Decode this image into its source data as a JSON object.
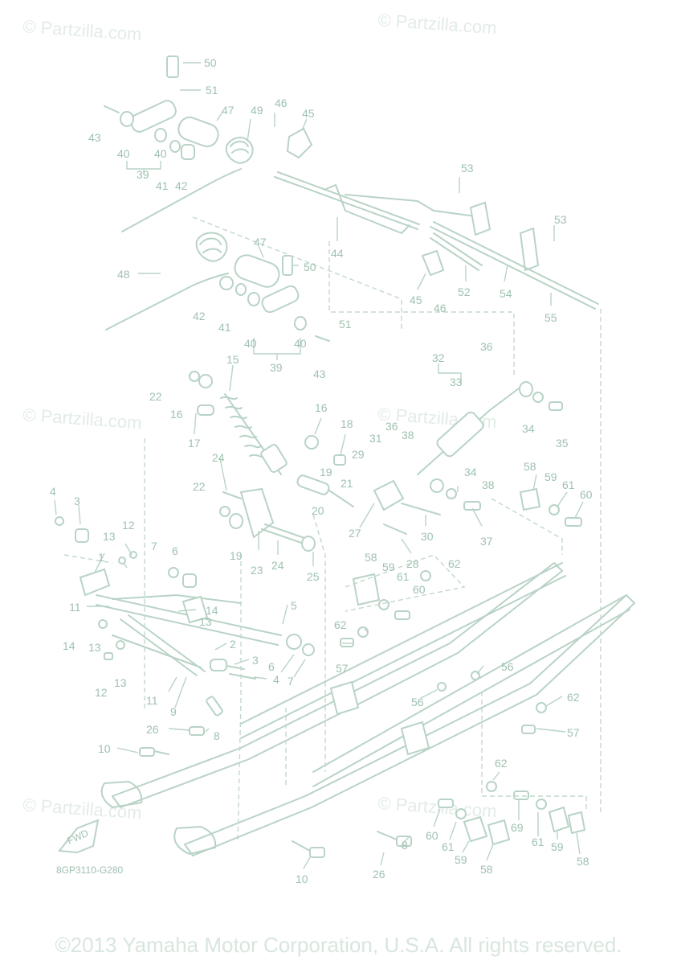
{
  "watermarks": [
    "© Partzilla.com",
    "© Partzilla.com",
    "© Partzilla.com",
    "© Partzilla.com",
    "© Partzilla.com",
    "© Partzilla.com"
  ],
  "drawing_code": "8GP3110-G280",
  "fwd_label": "FWD",
  "copyright": "©2013 Yamaha Motor Corporation, U.S.A. All rights reserved.",
  "callouts": [
    "50",
    "51",
    "47",
    "49",
    "46",
    "45",
    "43",
    "40",
    "40",
    "39",
    "41",
    "42",
    "53",
    "53",
    "48",
    "47",
    "50",
    "44",
    "45",
    "52",
    "54",
    "55",
    "46",
    "42",
    "41",
    "40",
    "40",
    "39",
    "51",
    "43",
    "32",
    "36",
    "33",
    "15",
    "22",
    "16",
    "17",
    "16",
    "18",
    "36",
    "38",
    "31",
    "34",
    "35",
    "29",
    "24",
    "19",
    "21",
    "22",
    "20",
    "34",
    "38",
    "58",
    "59",
    "61",
    "60",
    "27",
    "30",
    "37",
    "19",
    "23",
    "24",
    "25",
    "28",
    "4",
    "3",
    "13",
    "12",
    "7",
    "6",
    "58",
    "59",
    "61",
    "62",
    "60",
    "1",
    "11",
    "14",
    "13",
    "14",
    "13",
    "5",
    "2",
    "3",
    "6",
    "7",
    "4",
    "12",
    "13",
    "11",
    "9",
    "62",
    "57",
    "56",
    "56",
    "62",
    "26",
    "8",
    "10",
    "57",
    "62",
    "69",
    "60",
    "61",
    "59",
    "58",
    "8",
    "61",
    "59",
    "58",
    "10",
    "26"
  ],
  "colors": {
    "line": "#b9d3c6",
    "label": "#9fc1b0",
    "watermark": "#e2ece6"
  }
}
